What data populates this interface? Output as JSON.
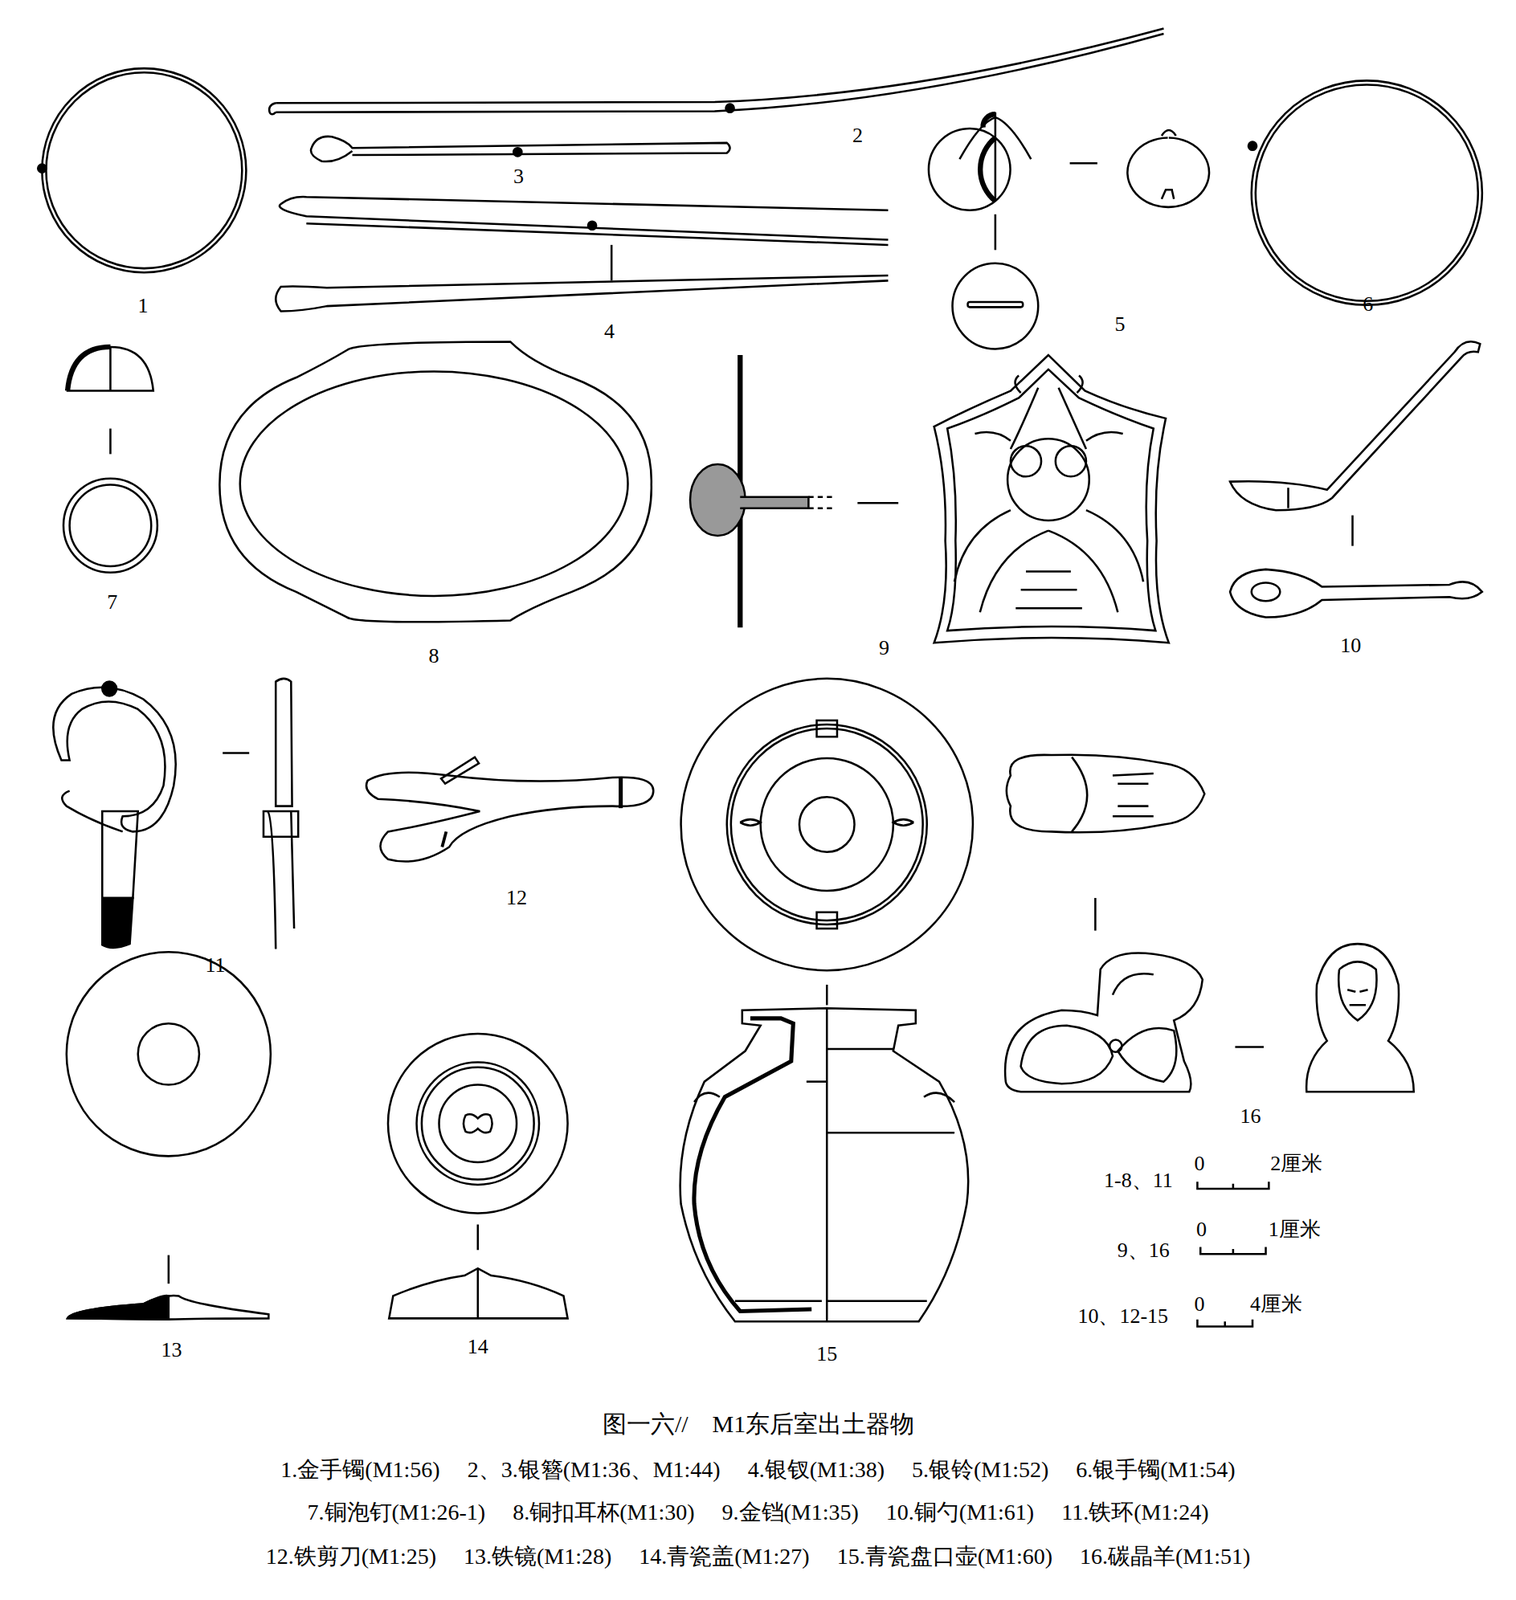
{
  "diagram": {
    "title": "图一六//　M1东后室出土器物",
    "labels": [
      "1",
      "2",
      "3",
      "4",
      "5",
      "6",
      "7",
      "8",
      "9",
      "10",
      "11",
      "12",
      "13",
      "14",
      "15",
      "16",
      "1-8、11",
      "0",
      "2厘米",
      "9、16",
      "0",
      "1厘米",
      "10、12-15",
      "0",
      "4厘米",
      "1.金手镯(M1:56)",
      "2、3.银簪(M1:36、M1:44)",
      "4.银钗(M1:38)",
      "5.银铃(M1:52)",
      "6.银手镯(M1:54)",
      "7.铜泡钉(M1:26-1)",
      "8.铜扣耳杯(M1:30)",
      "9.金铛(M1:35)",
      "10.铜勺(M1:61)",
      "11.铁环(M1:24)",
      "12.铁剪刀(M1:25)",
      "13.铁镜(M1:28)",
      "14.青瓷盖(M1:27)",
      "15.青瓷盘口壶(M1:60)",
      "16.碳晶羊(M1:51)"
    ]
  }
}
